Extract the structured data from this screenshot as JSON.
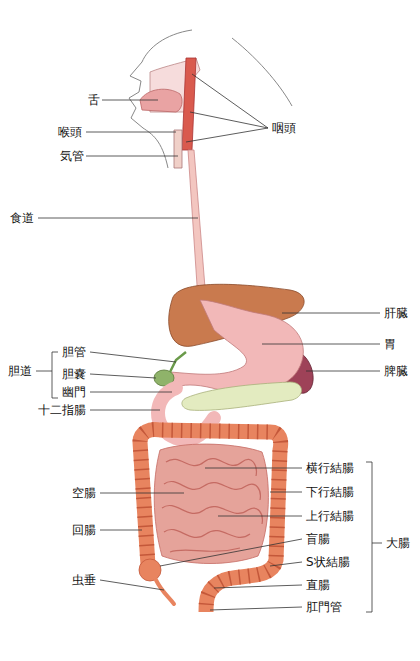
{
  "diagram": {
    "labels": [
      "舌",
      "咽頭",
      "喉頭",
      "気管",
      "食道",
      "肝臓",
      "胃",
      "胆管",
      "胆道",
      "胆嚢",
      "脾臓",
      "幽門",
      "十二指腸",
      "横行結腸",
      "空腸",
      "下行結腸",
      "上行結腸",
      "回腸",
      "盲腸",
      "大腸",
      "S状結腸",
      "虫垂",
      "直腸",
      "肛門管"
    ]
  }
}
